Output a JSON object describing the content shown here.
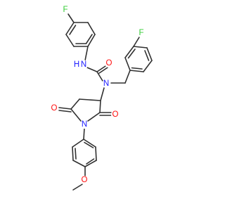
{
  "colors": {
    "bond": "#303030",
    "carbon": "#303030",
    "nitrogen": "#1a1aff",
    "oxygen": "#ff0d0d",
    "fluorine": "#33cc33"
  },
  "atoms": {
    "f_top": {
      "text": "F",
      "element": "fluorine"
    },
    "f_right": {
      "text": "F",
      "element": "fluorine"
    },
    "nh": {
      "text": "N",
      "element": "nitrogen"
    },
    "nh_h": {
      "text": "H",
      "element": "nitrogen"
    },
    "n_urea": {
      "text": "N",
      "element": "nitrogen"
    },
    "n_ring": {
      "text": "N",
      "element": "nitrogen"
    },
    "o_urea": {
      "text": "O",
      "element": "oxygen"
    },
    "o_ring_left": {
      "text": "O",
      "element": "oxygen"
    },
    "o_ring_right": {
      "text": "O",
      "element": "oxygen"
    },
    "o_methoxy": {
      "text": "O",
      "element": "oxygen"
    }
  }
}
